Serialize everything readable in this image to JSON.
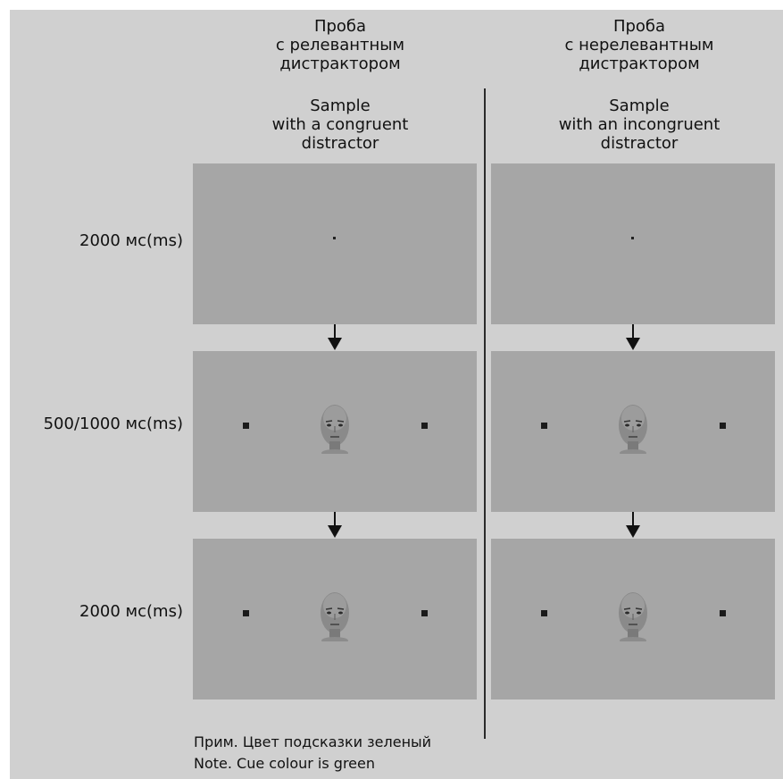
{
  "headers": {
    "left_ru": [
      "Проба",
      "с релевантным",
      "дистрактором"
    ],
    "left_en": [
      "Sample",
      "with a congruent",
      "distractor"
    ],
    "right_ru": [
      "Проба",
      "с нерелевантным",
      "дистрактором"
    ],
    "right_en": [
      "Sample",
      "with an incongruent",
      "distractor"
    ]
  },
  "rows": [
    {
      "label": "2000 мс(ms)"
    },
    {
      "label": "500/1000 мс(ms)"
    },
    {
      "label": "2000 мс(ms)"
    }
  ],
  "note": {
    "ru": "Прим. Цвет подсказки зеленый",
    "en": "Note. Cue colour is green"
  },
  "colors": {
    "background": "#d0d0d0",
    "frame": "#a6a6a6",
    "cue": "#1b1b1b"
  }
}
